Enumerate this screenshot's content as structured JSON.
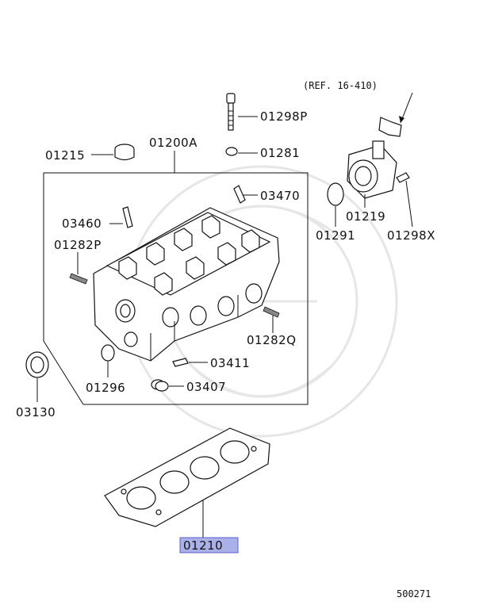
{
  "colors": {
    "line": "#111111",
    "highlight_fill": "#aab0e8",
    "highlight_border": "#5a5ec8"
  },
  "labels": {
    "ref": "(REF. 16-410)",
    "p01298P": "01298P",
    "p01281": "01281",
    "p01215": "01215",
    "p01200A": "01200A",
    "p03470": "03470",
    "p03460": "03460",
    "p01282P": "01282P",
    "p01219": "01219",
    "p01291": "01291",
    "p01298X": "01298X",
    "p01282Q": "01282Q",
    "p03411": "03411",
    "p03407": "03407",
    "p01296": "01296",
    "p03130": "03130",
    "p01210": "01210",
    "diagram_id": "500271"
  }
}
